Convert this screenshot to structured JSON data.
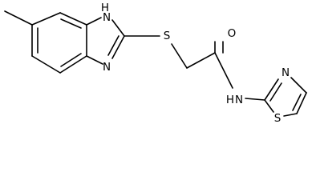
{
  "atoms": {
    "n1h": "H",
    "n1": "N",
    "n3": "N",
    "s_thioether": "S",
    "o_carbonyl": "O",
    "nh_h": "H",
    "nh_n": "N",
    "thiazole_n": "N",
    "thiazole_s": "S"
  }
}
